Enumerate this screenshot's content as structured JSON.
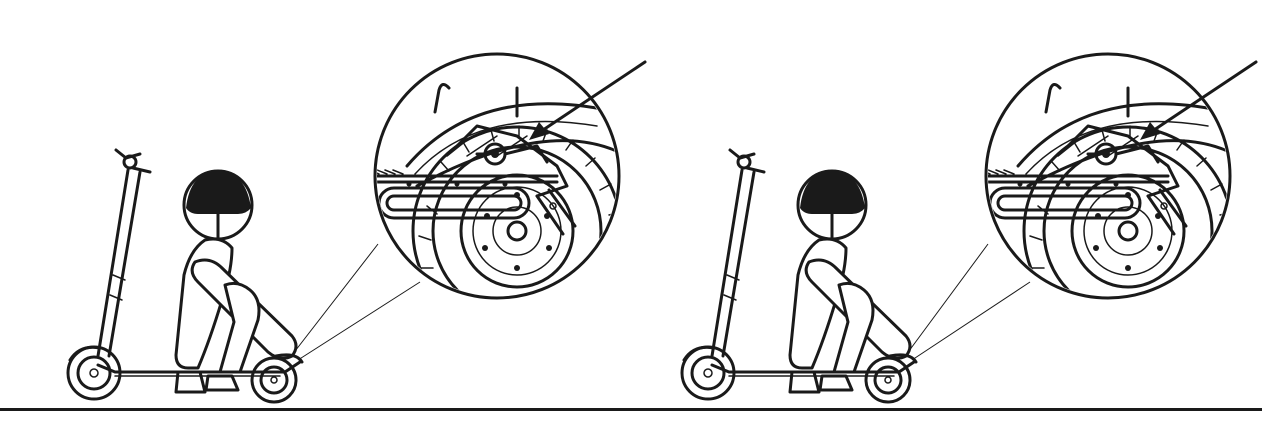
{
  "figure": {
    "panels": [
      {
        "id": "left",
        "subject": "person-squatting-beside-scooter",
        "detail": "rear-brake-caliper-zoom"
      },
      {
        "id": "right",
        "subject": "person-squatting-beside-scooter",
        "detail": "rear-brake-caliper-zoom"
      }
    ],
    "line_color": "#1a1a1a",
    "background": "#ffffff"
  }
}
